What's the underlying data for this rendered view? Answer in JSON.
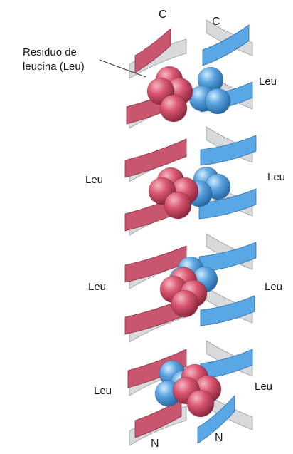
{
  "callout": {
    "line1": "Residuo de",
    "line2": "leucina (Leu)"
  },
  "termini": {
    "c_left": "C",
    "c_right": "C",
    "n_left": "N",
    "n_right": "N"
  },
  "leu_labels": {
    "right_1": "Leu",
    "left_2": "Leu",
    "right_2": "Leu",
    "left_3": "Leu",
    "right_3": "Leu",
    "left_4": "Leu",
    "right_4": "Leu"
  },
  "colors": {
    "helix_pink": "#c8566e",
    "helix_blue": "#5aa7e6",
    "helix_gray": "#d7d9dc",
    "sphere_pink": "#d9556f",
    "sphere_blue": "#5aa3df"
  }
}
